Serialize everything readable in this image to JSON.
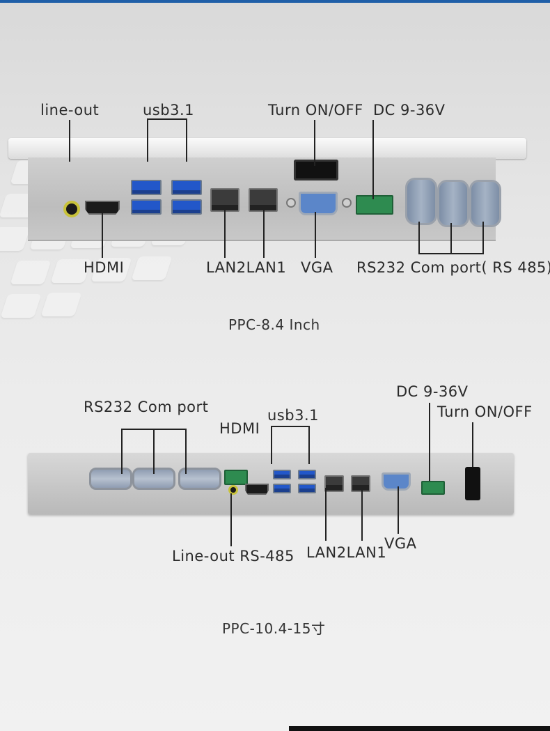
{
  "top_figure": {
    "labels": {
      "line_out": "line-out",
      "usb": "usb3.1",
      "power_switch": "Turn ON/OFF",
      "dc_in": "DC 9-36V",
      "hdmi": "HDMI",
      "lan": "LAN2LAN1",
      "vga": "VGA",
      "com": "RS232 Com port( RS 485)"
    },
    "caption": "PPC-8.4 Inch"
  },
  "bottom_figure": {
    "labels": {
      "com": "RS232 Com port",
      "hdmi": "HDMI",
      "usb": "usb3.1",
      "dc_in": "DC 9-36V",
      "power_switch": "Turn ON/OFF",
      "line_out": "Line-out RS-485",
      "lan": "LAN2LAN1",
      "vga": "VGA"
    },
    "caption": "PPC-10.4-15寸"
  },
  "colors": {
    "accent": "#1f5fa8",
    "usb_port": "#2257c9",
    "dc_terminal": "#2e8b50",
    "line_out_ring": "#c8c23a"
  }
}
